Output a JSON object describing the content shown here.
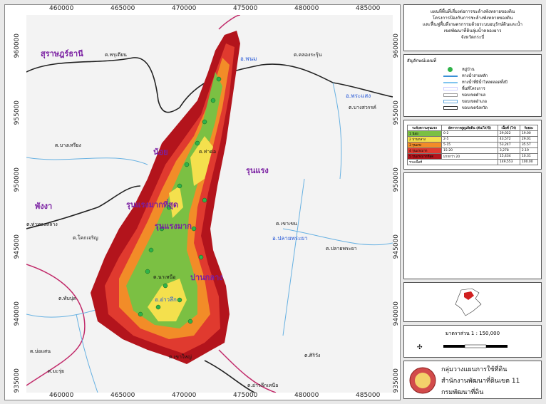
{
  "map": {
    "x_ticks": [
      "460000",
      "465000",
      "470000",
      "475000",
      "480000",
      "485000"
    ],
    "y_ticks": [
      "960000",
      "955000",
      "950000",
      "945000",
      "940000",
      "935000"
    ],
    "province_labels": [
      "สุราษฎร์ธานี",
      "พังงา"
    ],
    "zone_labels": [
      "น้อย",
      "รุนแรงมากที่สุด",
      "รุนแรงมาก",
      "รุนแรง",
      "ปานกลาง"
    ],
    "district_labels": [
      "อ.พนม",
      "อ.พระแสง",
      "อ.ปลายพระยา",
      "อ.อ่าวลึก"
    ],
    "subdistrict_labels": [
      "ต.พรุเตียน",
      "ต.คลองระรุ้น",
      "ต.บางสวรรค์",
      "ต.บางเหรียง",
      "ต.ท่าต่อ",
      "ต.ท่าทองหลาง",
      "ต.โคกเจริญ",
      "ต.เขาเขน",
      "ต.ปลายพระยา",
      "ต.พับปุด",
      "ต.นาเหนือ",
      "ต.บ่อแสน",
      "ต.มะรุ่ย",
      "ต.เขาใหญ่",
      "ต.ศิริวัง",
      "ต.อ่าวลึกเหนือ"
    ]
  },
  "sidebar": {
    "title_lines": [
      "แผนที่พื้นที่เสี่ยงต่อการชะล้างพังทลายของดิน",
      "โครงการป้องกันการชะล้างพังทลายของดิน",
      "และฟื้นฟูพื้นที่เกษตรกรรมด้วยระบบอนุรักษ์ดินและน้ำ",
      "เขตพัฒนาที่ดินลุ่มน้ำคลองยาว",
      "จังหวัดกระบี่"
    ],
    "legend_title": "สัญลักษณ์แผนที่",
    "legend_items": [
      {
        "label": "หมู่บ้าน",
        "color": "#2fb34a"
      },
      {
        "label": "ทางน้ำสายหลัก",
        "color": "#3a8fd6"
      },
      {
        "label": "ทางน้ำที่มีน้ำไหลตลอดทั้งปี",
        "color": "#7fc4ee"
      },
      {
        "label": "พื้นที่โครงการ",
        "color": "#d0d0ff"
      },
      {
        "label": "ขอบเขตตำบล",
        "color": "#999999"
      },
      {
        "label": "ขอบเขตอำเภอ",
        "color": "#66aadd"
      },
      {
        "label": "ขอบเขตจังหวัด",
        "color": "#333333"
      }
    ],
    "table": {
      "headers": [
        "ระดับความรุนแรง",
        "อัตราการสูญเสียดิน (ตัน/ไร่/ปี)",
        "เนื้อที่ (ไร่)",
        "ร้อยละ"
      ],
      "rows": [
        {
          "level": "1 น้อย",
          "rate": "0-2",
          "area": "29,022",
          "pct": "19.00",
          "color": "#7bc043"
        },
        {
          "level": "2 ปานกลาง",
          "rate": "2-5",
          "area": "43,572",
          "pct": "29.01",
          "color": "#f4e04d"
        },
        {
          "level": "3 รุนแรง",
          "rate": "5-15",
          "area": "53,247",
          "pct": "35.57",
          "color": "#f28c28"
        },
        {
          "level": "4 รุนแรงมาก",
          "rate": "15-20",
          "area": "3,278",
          "pct": "2.19",
          "color": "#e03a2f"
        },
        {
          "level": "5 รุนแรงมากที่สุด",
          "rate": "มากกว่า 20",
          "area": "15,434",
          "pct": "10.31",
          "color": "#b3141c"
        }
      ],
      "total_label": "รวมเนื้อที่",
      "total_area": "149,553",
      "total_pct": "100.00"
    },
    "scale_label": "มาตราส่วน 1 : 150,000",
    "agency_lines": [
      "กลุ่มวางแผนการใช้ที่ดิน",
      "สำนักงานพัฒนาที่ดินเขต 11",
      "กรมพัฒนาที่ดิน"
    ]
  }
}
